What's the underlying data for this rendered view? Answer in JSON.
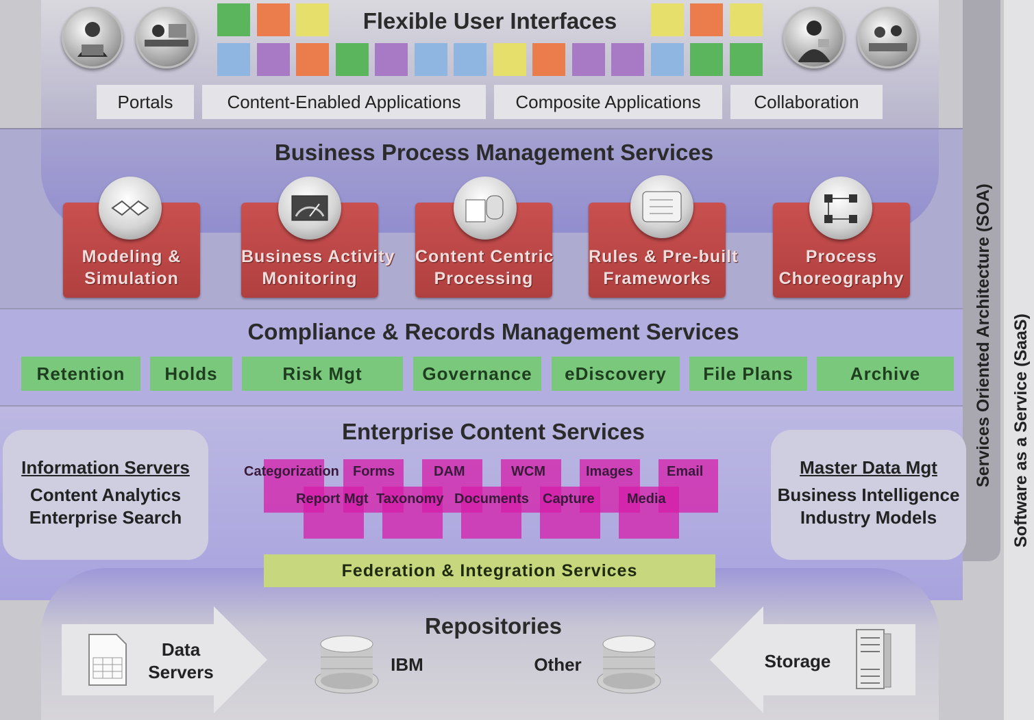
{
  "ui_layer": {
    "title": "Flexible User Interfaces",
    "portals": [
      "Portals",
      "Content-Enabled Applications",
      "Composite Applications",
      "Collaboration"
    ],
    "photo_icons": [
      "person-laptop-photo-icon",
      "person-desk-photo-icon",
      "person-tablet-photo-icon",
      "meeting-photo-icon"
    ],
    "colors": {
      "green": "#5ab55c",
      "orange": "#ea7d4b",
      "yellow": "#e7df6b",
      "blue": "#8fb6e0",
      "purple": "#a879c4"
    }
  },
  "bpm": {
    "title": "Business Process Management Services",
    "items": [
      {
        "label1": "Modeling &",
        "label2": "Simulation",
        "icon": "process-flow-icon"
      },
      {
        "label1": "Business Activity",
        "label2": "Monitoring",
        "icon": "gauge-icon"
      },
      {
        "label1": "Content Centric",
        "label2": "Processing",
        "icon": "document-database-icon"
      },
      {
        "label1": "Rules & Pre-built",
        "label2": "Frameworks",
        "icon": "scroll-icon"
      },
      {
        "label1": "Process",
        "label2": "Choreography",
        "icon": "org-network-icon"
      }
    ]
  },
  "compliance": {
    "title": "Compliance & Records Management Services",
    "items": [
      "Retention",
      "Holds",
      "Risk Mgt",
      "Governance",
      "eDiscovery",
      "File Plans",
      "Archive"
    ]
  },
  "ecs": {
    "title": "Enterprise Content Services",
    "left_panel": {
      "heading": "Information Servers",
      "lines": [
        "Content Analytics",
        "Enterprise Search"
      ]
    },
    "right_panel": {
      "heading": "Master Data Mgt",
      "lines": [
        "Business Intelligence",
        "Industry Models"
      ]
    },
    "row1": [
      "Categorization",
      "Forms",
      "DAM",
      "WCM",
      "Images",
      "Email"
    ],
    "row2": [
      "Report Mgt",
      "Taxonomy",
      "Documents",
      "Capture",
      "Media"
    ],
    "federation": "Federation & Integration Services"
  },
  "repositories": {
    "title": "Repositories",
    "data_servers_1": "Data",
    "data_servers_2": "Servers",
    "ibm": "IBM",
    "other": "Other",
    "storage": "Storage"
  },
  "side_labels": {
    "soa": "Services Oriented Architecture (SOA)",
    "saas": "Software as a Service (SaaS)"
  }
}
